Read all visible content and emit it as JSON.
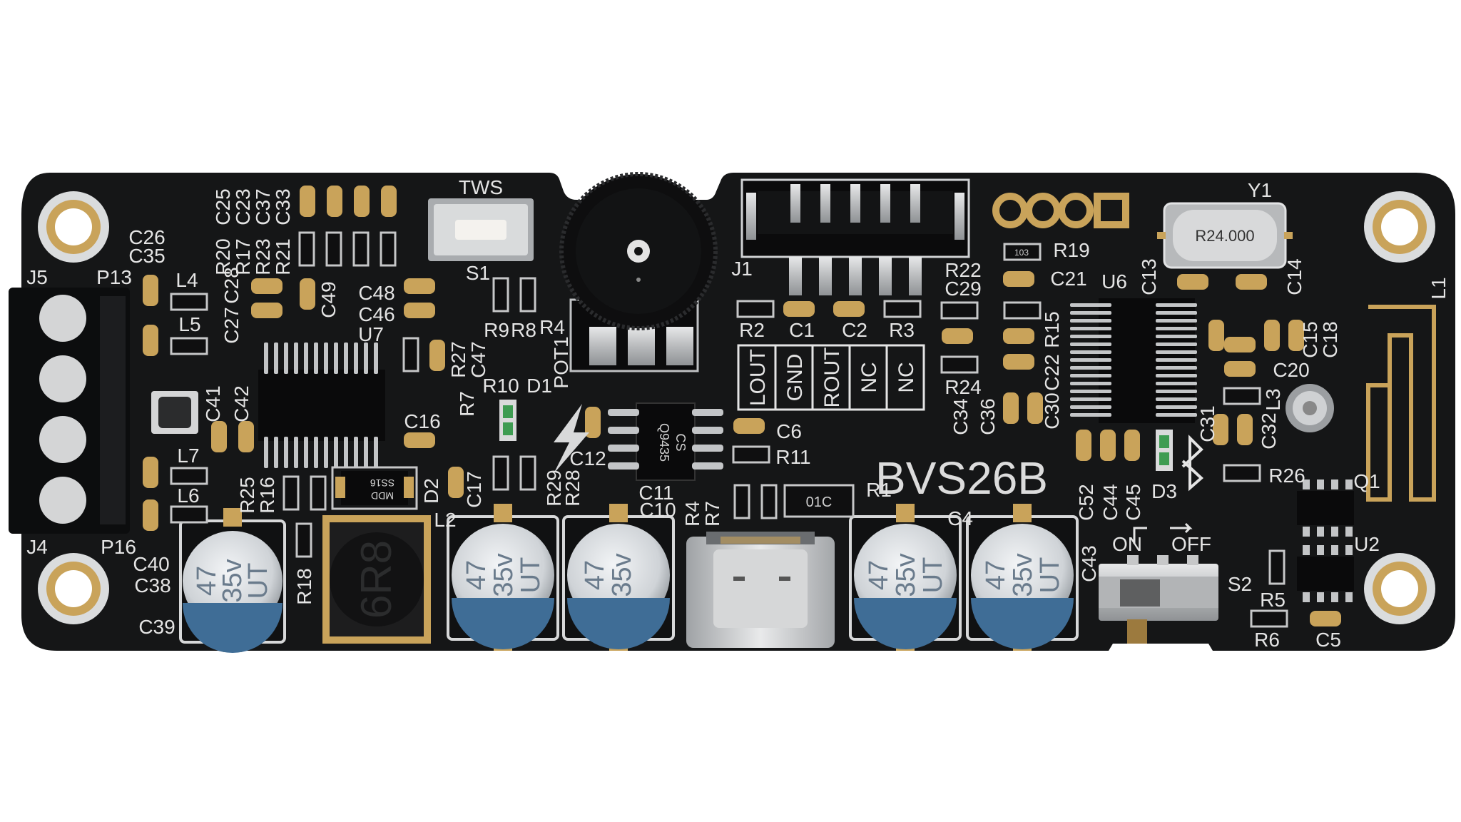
{
  "board": {
    "name": "BVS26B",
    "colors": {
      "pcb": "#151617",
      "silkscreen": "#e4e4e4",
      "gold": "#c9a35a",
      "metal": "#c6c7c8"
    }
  },
  "silkscreen_labels": {
    "tws": "TWS",
    "s1": "S1",
    "j1": "J1",
    "y1": "Y1",
    "j5": "J5",
    "j4": "J4",
    "p13": "P13",
    "p16": "P16",
    "l1": "L1",
    "l2": "L2",
    "l3": "L3",
    "l4": "L4",
    "l5": "L5",
    "l6": "L6",
    "l7": "L7",
    "u6": "U6",
    "u7": "U7",
    "u2": "U2",
    "q1": "Q1",
    "s2": "S2",
    "d1": "D1",
    "d2": "D2",
    "d3": "D3",
    "pot1": "POT1",
    "r1": "R1",
    "r2": "R2",
    "r3": "R3",
    "r4_top": "R4",
    "r4_bottom": "R4",
    "r5": "R5",
    "r6": "R6",
    "r7_top": "R7",
    "r7_bottom": "R7",
    "r8": "R8",
    "r9": "R9",
    "r10": "R10",
    "r11": "R11",
    "r15": "R15",
    "r16": "R16",
    "r17": "R17",
    "r18": "R18",
    "r19": "R19",
    "r20": "R20",
    "r21": "R21",
    "r22": "R22",
    "r23": "R23",
    "r24": "R24",
    "r25": "R25",
    "r26": "R26",
    "r27": "R27",
    "r28": "R28",
    "r29": "R29",
    "c1": "C1",
    "c2": "C2",
    "c4": "C4",
    "c5": "C5",
    "c6": "C6",
    "c10": "C10",
    "c11": "C11",
    "c12": "C12",
    "c13": "C13",
    "c14": "C14",
    "c15": "C15",
    "c16": "C16",
    "c17": "C17",
    "c18": "C18",
    "c20": "C20",
    "c21": "C21",
    "c22": "C22",
    "c23": "C23",
    "c25": "C25",
    "c26": "C26",
    "c27": "C27",
    "c28": "C28",
    "c29": "C29",
    "c30": "C30",
    "c31": "C31",
    "c32": "C32",
    "c33": "C33",
    "c34": "C34",
    "c35": "C35",
    "c36": "C36",
    "c37": "C37",
    "c38": "C38",
    "c39": "C39",
    "c40": "C40",
    "c41": "C41",
    "c42": "C42",
    "c43": "C43",
    "c44": "C44",
    "c45": "C45",
    "c46": "C46",
    "c47": "C47",
    "c48": "C48",
    "c49": "C49",
    "c52": "C52",
    "on": "ON",
    "off": "OFF"
  },
  "j1_pins": [
    "LOUT",
    "GND",
    "ROUT",
    "NC",
    "NC"
  ],
  "markings": {
    "crystal": "R24.000",
    "inductor": "6R8",
    "diode": "SS16",
    "diode_brand": "MDD",
    "mosfet": "Q9435",
    "mosfet_code": "CS",
    "smd_resistor": "01C",
    "smd_small": "103",
    "capacitor_value": "47",
    "capacitor_voltage": "35v",
    "capacitor_series": "UT"
  },
  "icons": {
    "bluetooth": "bluetooth-icon",
    "lightning": "lightning-bolt-icon"
  }
}
